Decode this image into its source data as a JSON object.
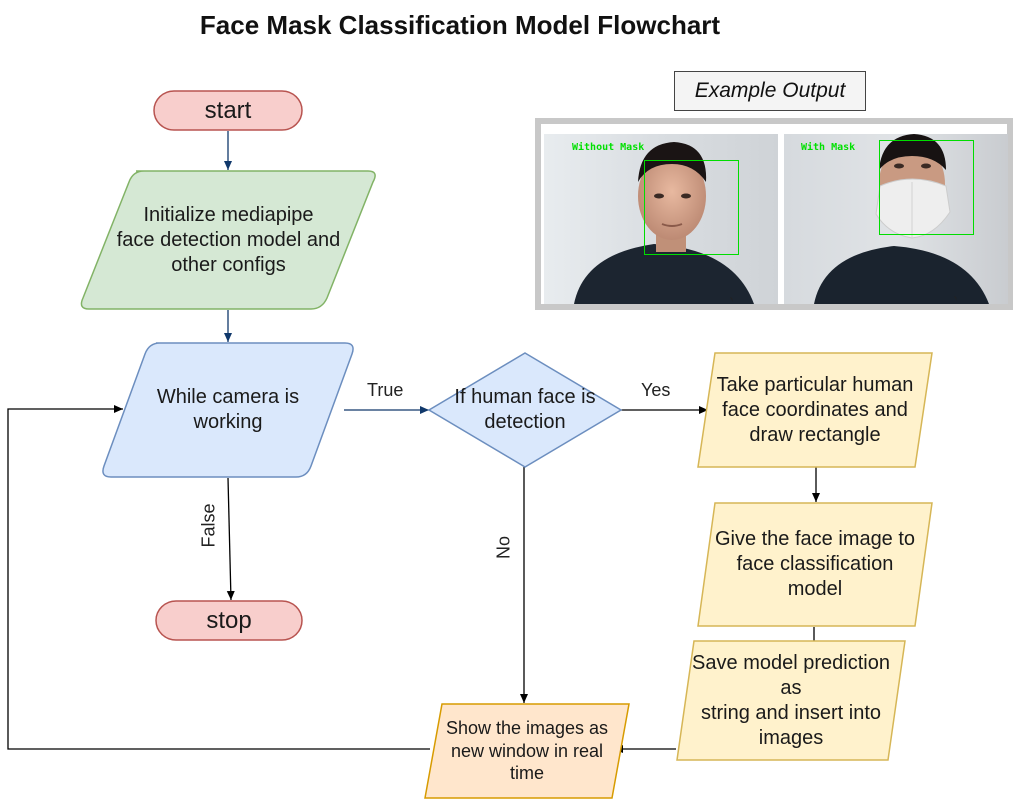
{
  "title": "Face Mask Classification Model Flowchart",
  "nodes": {
    "start": "start",
    "init": "Initialize mediapipe\nface detection model and\nother configs",
    "while": "While camera is\nworking",
    "stop": "stop",
    "if_face": "If human face is\ndetection",
    "take_coords": "Take particular human\nface coordinates and\ndraw rectangle",
    "give_face": "Give the face image to\nface classification\nmodel",
    "save_pred": "Save model prediction\nas\nstring and insert into\nimages",
    "show_images": "Show the images as\nnew window in real\ntime"
  },
  "edge_labels": {
    "true": "True",
    "false": "False",
    "yes": "Yes",
    "no": "No"
  },
  "example": {
    "heading": "Example Output",
    "left_caption": "Without Mask",
    "right_caption": "With Mask"
  },
  "colors": {
    "terminal_fill": "#f8cecc",
    "terminal_stroke": "#b85450",
    "init_fill": "#d5e8d4",
    "init_stroke": "#82b366",
    "blue_fill": "#dae8fc",
    "blue_stroke": "#6c8ebf",
    "yellow_fill": "#fff2cc",
    "yellow_stroke": "#d6b656",
    "orange_fill": "#ffe6cc",
    "orange_stroke": "#d79b00",
    "detection_box": "#00dd00"
  }
}
